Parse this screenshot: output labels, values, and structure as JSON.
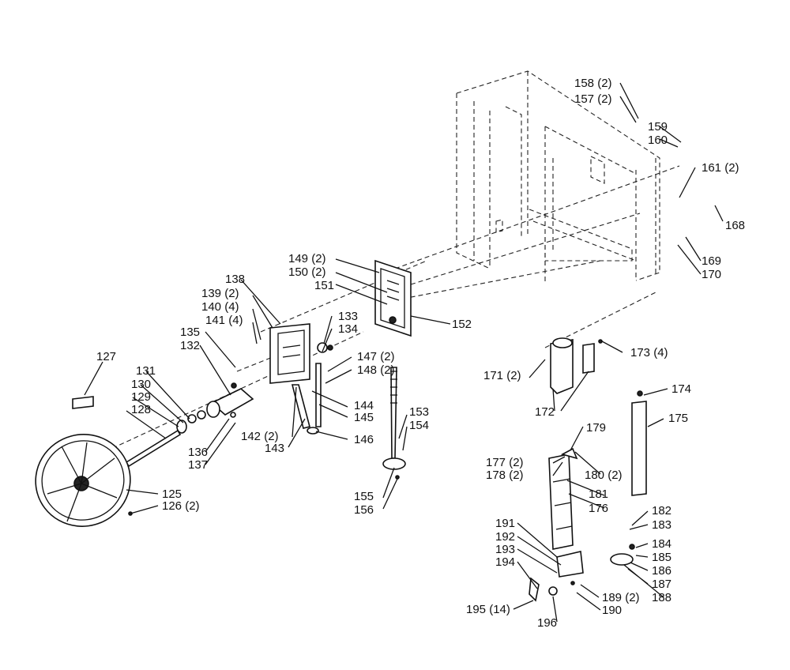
{
  "diagram": {
    "labels": [
      "158 (2)",
      "157 (2)",
      "159",
      "160",
      "161 (2)",
      "168",
      "169",
      "170",
      "149 (2)",
      "150 (2)",
      "151",
      "152",
      "138",
      "139 (2)",
      "140 (4)",
      "141 (4)",
      "135",
      "132",
      "133",
      "134",
      "147 (2)",
      "148 (2)",
      "127",
      "131",
      "130",
      "129",
      "128",
      "136",
      "137",
      "142 (2)",
      "143",
      "144",
      "145",
      "146",
      "153",
      "154",
      "155",
      "156",
      "125",
      "126 (2)",
      "171 (2)",
      "172",
      "173 (4)",
      "174",
      "175",
      "179",
      "177 (2)",
      "178 (2)",
      "180 (2)",
      "181",
      "176",
      "182",
      "183",
      "184",
      "185",
      "186",
      "187",
      "188",
      "191",
      "192",
      "193",
      "194",
      "195 (14)",
      "196",
      "189 (2)",
      "190"
    ]
  }
}
